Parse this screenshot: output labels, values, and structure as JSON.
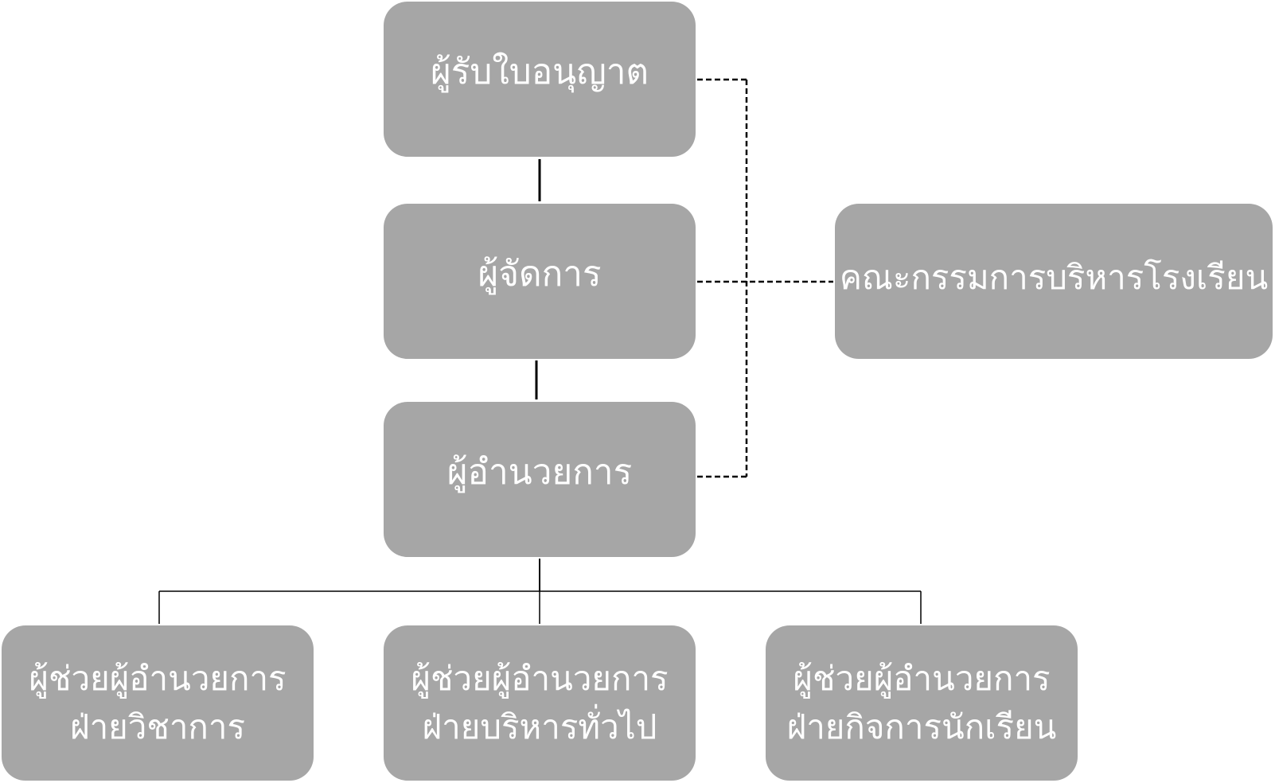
{
  "colors": {
    "node_fill": "#a6a6a6",
    "node_text": "#ffffff",
    "line": "#000000"
  },
  "nodes": {
    "licensee": "ผู้รับใบอนุญาต",
    "manager": "ผู้จัดการ",
    "director": "ผู้อำนวยการ",
    "board": "คณะกรรมการบริหารโรงเรียน",
    "assistant_academic": {
      "line1": "ผู้ช่วยผู้อำนวยการ",
      "line2": "ฝ่ายวิชาการ"
    },
    "assistant_general": {
      "line1": "ผู้ช่วยผู้อำนวยการ",
      "line2": "ฝ่ายบริหารทั่วไป"
    },
    "assistant_student": {
      "line1": "ผู้ช่วยผู้อำนวยการ",
      "line2": "ฝ่ายกิจการนักเรียน"
    }
  }
}
